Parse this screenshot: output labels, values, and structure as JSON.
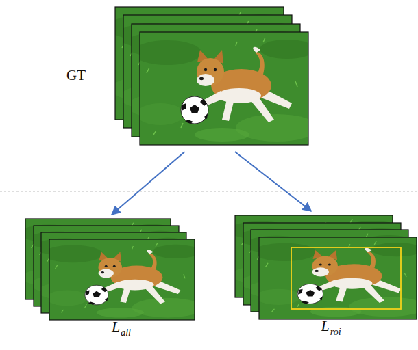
{
  "diagram": {
    "nodes": [
      {
        "text": [
          "GT"
        ]
      },
      {
        "text": [
          "L",
          "all"
        ]
      },
      {
        "text": [
          "L",
          "roi"
        ]
      }
    ],
    "edges": [
      {
        "from": 0,
        "to": 1,
        "arrow": "to"
      },
      {
        "from": 0,
        "to": 2,
        "arrow": "to"
      }
    ]
  }
}
